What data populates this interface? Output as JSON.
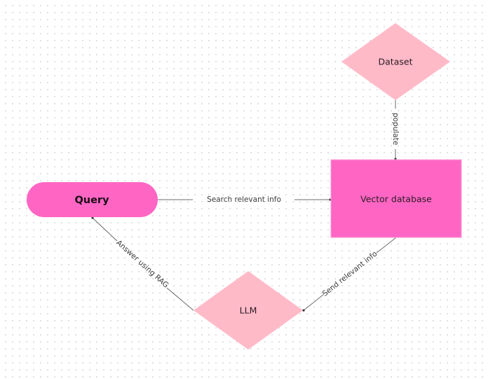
{
  "diagram": {
    "title": "RAG flow",
    "colors": {
      "diamond_fill": "#ffbac8",
      "rect_fill": "#ff66c4",
      "pill_fill": "#ff66c4",
      "edge": "#6b6b6b",
      "text": "#2a1a24"
    },
    "nodes": {
      "dataset": {
        "label": "Dataset",
        "shape": "diamond"
      },
      "vector_db": {
        "label": "Vector database",
        "shape": "rectangle"
      },
      "query": {
        "label": "Query",
        "shape": "pill"
      },
      "llm": {
        "label": "LLM",
        "shape": "diamond"
      }
    },
    "edges": {
      "populate": {
        "from": "Dataset",
        "to": "Vector database",
        "label": "populate"
      },
      "search": {
        "from": "Query",
        "to": "Vector database",
        "label": "Search relevant info"
      },
      "send": {
        "from": "Vector database",
        "to": "LLM",
        "label": "Send relevant info"
      },
      "answer": {
        "from": "LLM",
        "to": "Query",
        "label": "Answer using RAG"
      }
    }
  }
}
